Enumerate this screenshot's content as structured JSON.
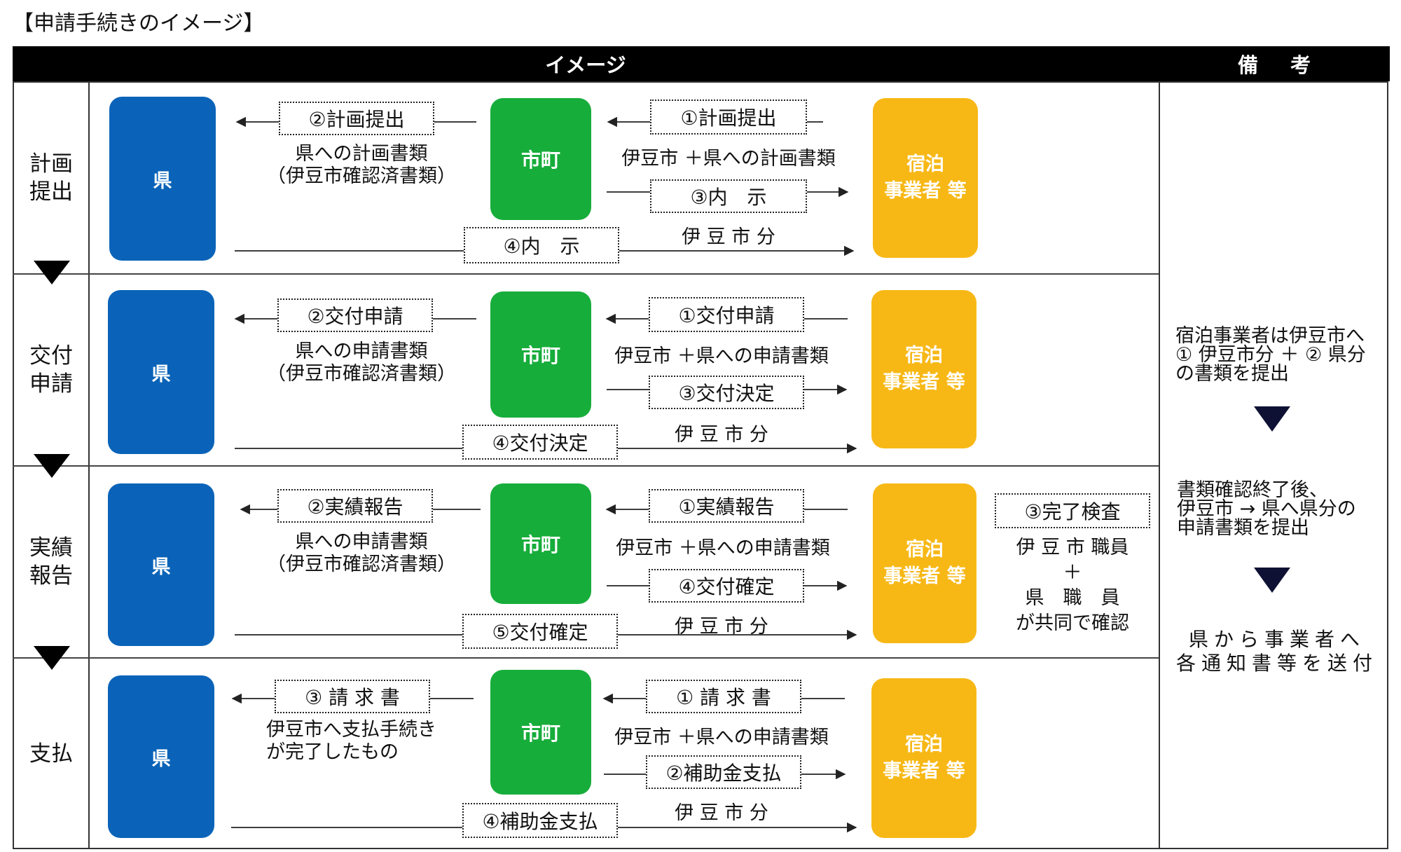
{
  "page_title": "【申請手続きのイメージ】",
  "header": {
    "image_label": "イメージ",
    "remarks_label": "備 考"
  },
  "stages": [
    {
      "name": "計画\n提出",
      "pref": "県",
      "city": "市町",
      "biz": "宿泊\n事業者 等",
      "to_pref_label": "②計画提出",
      "to_pref_desc": "県への計画書類\n（伊豆市確認済書類）",
      "from_biz_label": "①計画提出",
      "from_biz_desc": "伊豆市 ＋県への計画書類",
      "to_biz_label": "③内　示",
      "izu_part": "伊 豆 市 分",
      "pref_to_biz_label": "④内　示"
    },
    {
      "name": "交付\n申請",
      "pref": "県",
      "city": "市町",
      "biz": "宿泊\n事業者 等",
      "to_pref_label": "②交付申請",
      "to_pref_desc": "県への申請書類\n（伊豆市確認済書類）",
      "from_biz_label": "①交付申請",
      "from_biz_desc": "伊豆市 ＋県への申請書類",
      "to_biz_label": "③交付決定",
      "izu_part": "伊 豆 市 分",
      "pref_to_biz_label": "④交付決定"
    },
    {
      "name": "実績\n報告",
      "pref": "県",
      "city": "市町",
      "biz": "宿泊\n事業者 等",
      "to_pref_label": "②実績報告",
      "to_pref_desc": "県への申請書類\n（伊豆市確認済書類）",
      "from_biz_label": "①実績報告",
      "from_biz_desc": "伊豆市 ＋県への申請書類",
      "to_biz_label": "④交付確定",
      "izu_part": "伊 豆 市 分",
      "pref_to_biz_label": "⑤交付確定",
      "inspection_label": "③完了検査",
      "inspection_desc": "伊 豆 市 職員\n＋\n県　職　員\nが共同で確認"
    },
    {
      "name": "支払",
      "pref": "県",
      "city": "市町",
      "biz": "宿泊\n事業者 等",
      "to_pref_label": "③ 請 求 書",
      "to_pref_desc": "伊豆市へ支払手続き\nが完了したもの",
      "from_biz_label": "① 請 求 書",
      "from_biz_desc": "伊豆市 ＋県への申請書類",
      "to_biz_label": "②補助金支払",
      "izu_part": "伊 豆 市 分",
      "pref_to_biz_label": "④補助金支払"
    }
  ],
  "remarks": {
    "note1": "宿泊事業者は伊豆市へ\n① 伊豆市分 ＋ ② 県分\nの書類を提出",
    "note2": "書類確認終了後、\n伊豆市 → 県へ県分の\n申請書類を提出",
    "note3": "県から事業者へ\n各通知書等を送付"
  },
  "colors": {
    "pref": "#0a63b8",
    "city": "#17ad3b",
    "biz": "#f7b816",
    "header": "#000000"
  }
}
